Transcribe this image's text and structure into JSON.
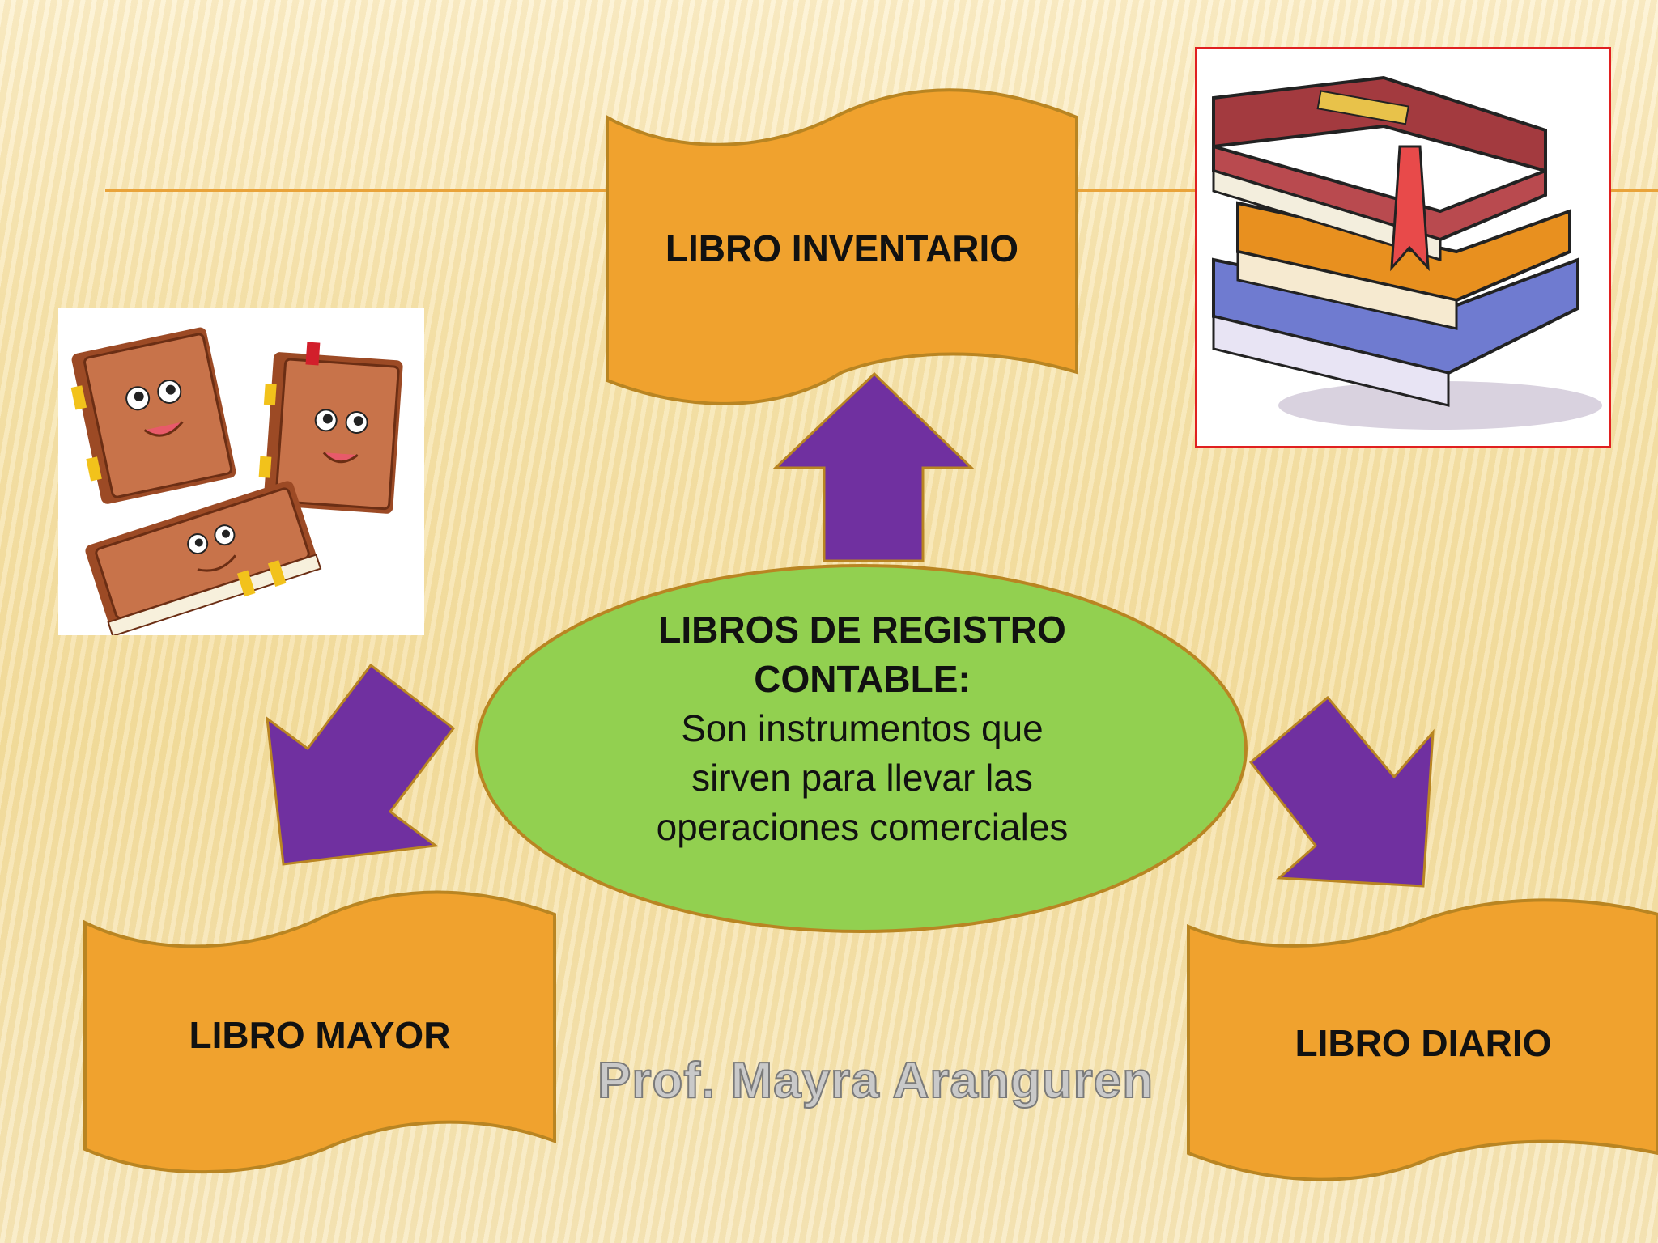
{
  "boxes": {
    "top": "LIBRO INVENTARIO",
    "left": "LIBRO MAYOR",
    "right": "LIBRO DIARIO"
  },
  "center": {
    "title_line1": "LIBROS DE REGISTRO",
    "title_line2": "CONTABLE:",
    "body_line1": "Son instrumentos que",
    "body_line2": "sirven para llevar las",
    "body_line3": "operaciones comerciales"
  },
  "watermark": "Prof. Mayra Aranguren",
  "colors": {
    "banner": "#f0a22e",
    "banner_border": "#b98522",
    "ellipse": "#92d050",
    "ellipse_border": "#b98522",
    "arrow": "#7030a0",
    "frame": "#e02020"
  },
  "icons": {
    "left_image": "cartoon-books-icon",
    "right_image": "book-stack-icon"
  }
}
